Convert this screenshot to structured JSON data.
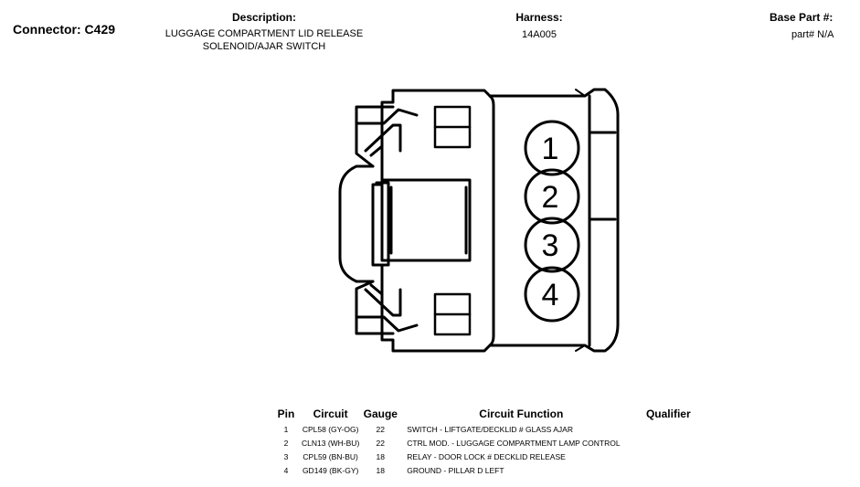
{
  "connector": {
    "label": "Connector: C429"
  },
  "description": {
    "title": "Description:",
    "line1": "LUGGAGE COMPARTMENT LID RELEASE",
    "line2": "SOLENOID/AJAR SWITCH"
  },
  "harness": {
    "title": "Harness:",
    "value": "14A005"
  },
  "base_part": {
    "title": "Base Part #:",
    "value": "part# N/A"
  },
  "diagram": {
    "pins": [
      "1",
      "2",
      "3",
      "4"
    ]
  },
  "table": {
    "headers": {
      "pin": "Pin",
      "circuit": "Circuit",
      "gauge": "Gauge",
      "function": "Circuit Function",
      "qualifier": "Qualifier"
    },
    "rows": [
      {
        "pin": "1",
        "circuit": "CPL58 (GY-OG)",
        "gauge": "22",
        "function": "SWITCH - LIFTGATE/DECKLID # GLASS AJAR",
        "qualifier": ""
      },
      {
        "pin": "2",
        "circuit": "CLN13 (WH-BU)",
        "gauge": "22",
        "function": "CTRL MOD. - LUGGAGE COMPARTMENT LAMP CONTROL",
        "qualifier": ""
      },
      {
        "pin": "3",
        "circuit": "CPL59 (BN-BU)",
        "gauge": "18",
        "function": "RELAY - DOOR LOCK # DECKLID RELEASE",
        "qualifier": ""
      },
      {
        "pin": "4",
        "circuit": "GD149 (BK-GY)",
        "gauge": "18",
        "function": "GROUND - PILLAR D LEFT",
        "qualifier": ""
      }
    ]
  }
}
